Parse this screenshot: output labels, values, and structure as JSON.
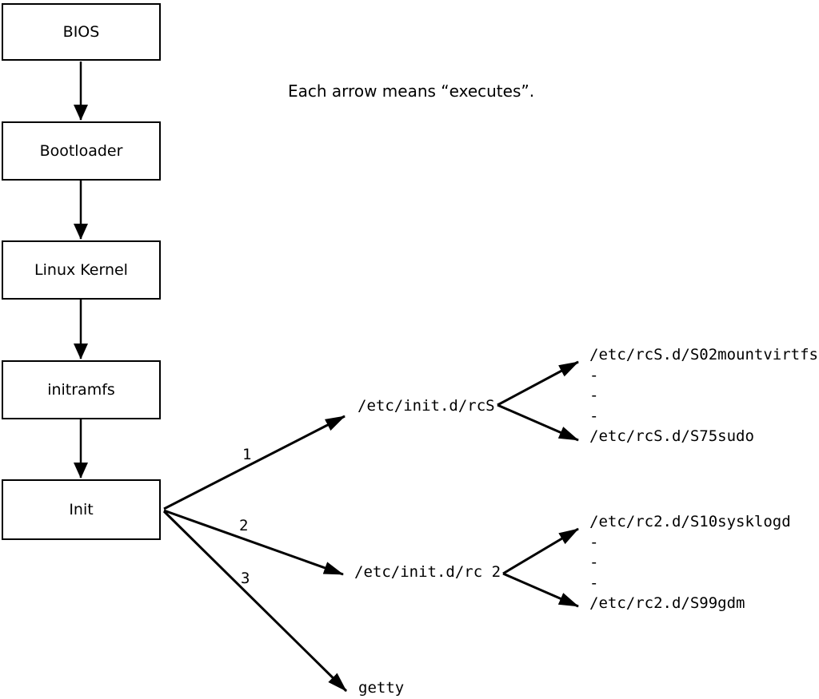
{
  "note": "Each arrow means “executes”.",
  "boxes": {
    "bios": "BIOS",
    "bootloader": "Bootloader",
    "kernel": "Linux Kernel",
    "initramfs": "initramfs",
    "init": "Init"
  },
  "branches": [
    {
      "number": "1",
      "target": "/etc/init.d/rcS",
      "children": [
        "/etc/rcS.d/S02mountvirtfs",
        "-",
        "-",
        "-",
        "/etc/rcS.d/S75sudo"
      ]
    },
    {
      "number": "2",
      "target": "/etc/init.d/rc 2",
      "children": [
        "/etc/rc2.d/S10sysklogd",
        "-",
        "-",
        "-",
        "/etc/rc2.d/S99gdm"
      ]
    },
    {
      "number": "3",
      "target": "getty"
    }
  ],
  "colors": {
    "line": "#000000",
    "background": "#ffffff"
  }
}
